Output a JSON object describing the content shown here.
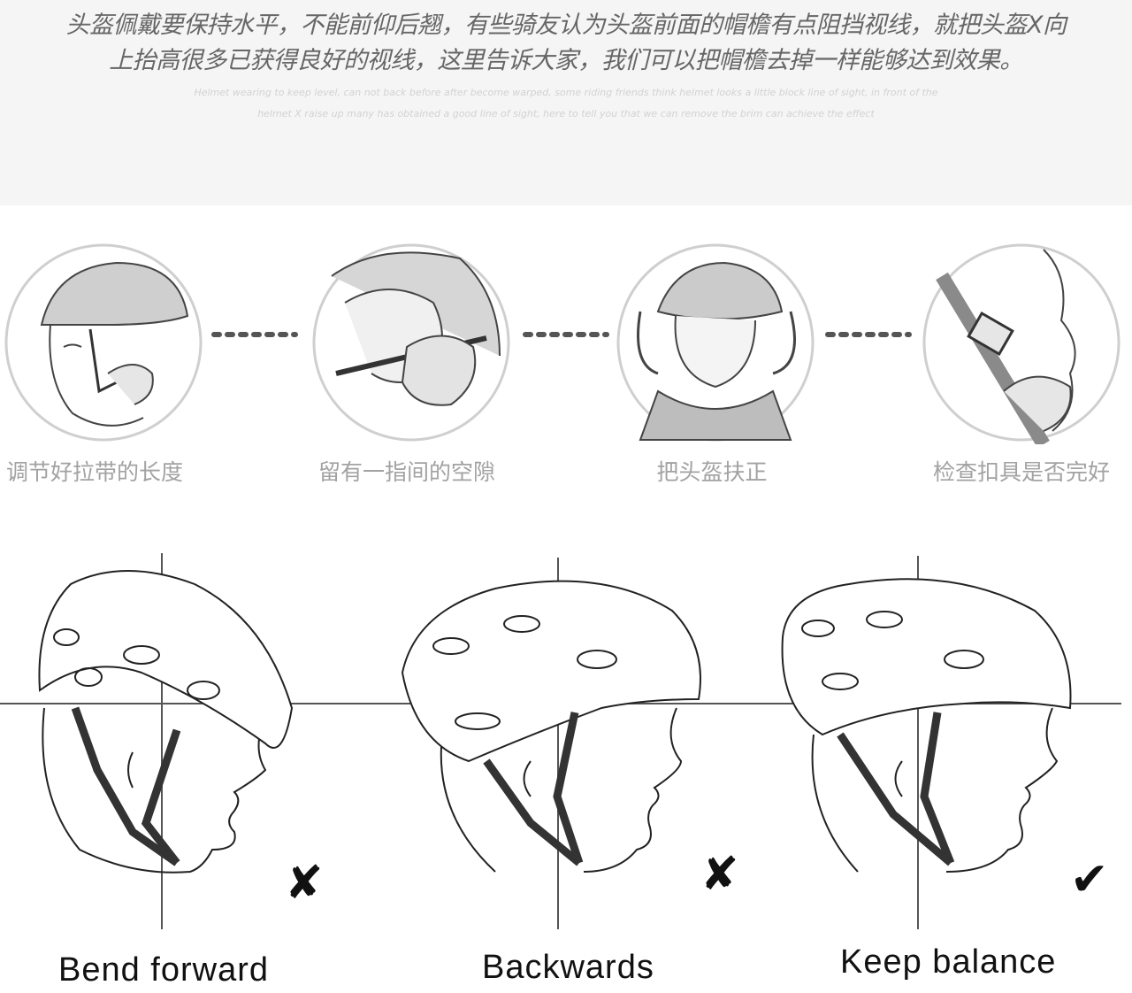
{
  "intro": {
    "cn_line1": "头盔佩戴要保持水平，不能前仰后翘，有些骑友认为头盔前面的帽檐有点阻挡视线，就把头盔X向",
    "cn_line2": "上抬高很多已获得良好的视线，这里告诉大家，我们可以把帽檐去掉一样能够达到效果。",
    "en_line1": "Helmet wearing to keep level, can not back before after become warped, some riding friends think helmet looks a little block line of sight, in front of the",
    "en_line2": "helmet X raise up many has obtained a good line of sight, here to tell you that we can remove the brim can achieve the effect"
  },
  "steps": [
    {
      "caption": "调节好拉带的长度"
    },
    {
      "caption": "留有一指间的空隙"
    },
    {
      "caption": "把头盔扶正"
    },
    {
      "caption": "检查扣具是否完好"
    }
  ],
  "positions": [
    {
      "label": "Bend forward",
      "mark": "✘",
      "mark_icon": "cross-mark-icon"
    },
    {
      "label": "Backwards",
      "mark": "✘",
      "mark_icon": "cross-mark-icon"
    },
    {
      "label": "Keep balance",
      "mark": "✔",
      "mark_icon": "check-mark-icon"
    }
  ],
  "colors": {
    "intro_bg": "#f5f5f5",
    "intro_text": "#666666",
    "caption_text": "#a2a2a2",
    "line": "#333333"
  }
}
